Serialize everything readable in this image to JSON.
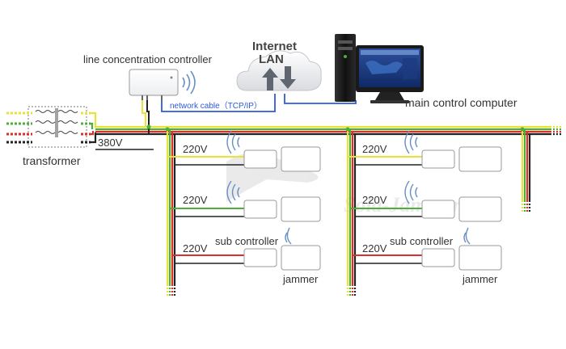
{
  "labels": {
    "line_controller": "line concentration controller",
    "internet": "Internet",
    "lan": "LAN",
    "network_cable": "network cable（TCP/IP）",
    "main_computer": "main control computer",
    "transformer": "transformer",
    "voltage_380": "380V",
    "voltage_220": "220V",
    "sub_controller": "sub controller",
    "jammer": "jammer"
  },
  "colors": {
    "phase_yellow": "#e8e23a",
    "phase_green": "#4caf3a",
    "phase_red": "#d9302a",
    "neutral_black": "#222222",
    "network_blue": "#2d5bd6",
    "wifi_blue": "#6a8fc4"
  },
  "icons": {
    "cloud": "cloud-icon",
    "upload": "upload-arrow-icon",
    "download": "download-arrow-icon",
    "wifi": "wireless-signal-icon",
    "computer": "desktop-computer-icon",
    "transformer": "transformer-coil-icon"
  }
}
